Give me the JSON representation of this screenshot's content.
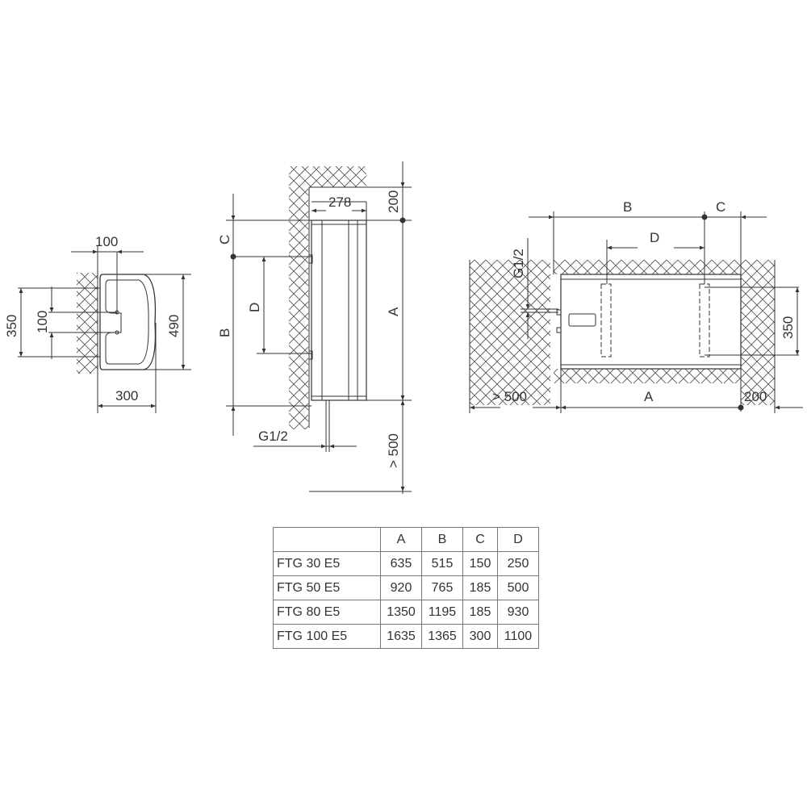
{
  "top_view": {
    "dim_top": "100",
    "dim_left_outer": "350",
    "dim_left_inner": "100",
    "dim_right": "490",
    "dim_bottom": "300"
  },
  "side_view": {
    "width": "278",
    "top_clearance": "200",
    "label_c": "C",
    "label_b": "B",
    "label_d": "D",
    "label_a": "A",
    "pipe": "G1/2",
    "bottom_clearance": "> 500"
  },
  "horizontal_view": {
    "label_b": "B",
    "label_c": "C",
    "label_d": "D",
    "pipe": "G1/2",
    "bracket_spacing": "350",
    "left_clearance": "> 500",
    "label_a": "A",
    "right_clearance": "200"
  },
  "table": {
    "headers": [
      "",
      "A",
      "B",
      "C",
      "D"
    ],
    "rows": [
      {
        "model": "FTG 30 E5",
        "a": "635",
        "b": "515",
        "c": "150",
        "d": "250"
      },
      {
        "model": "FTG 50 E5",
        "a": "920",
        "b": "765",
        "c": "185",
        "d": "500"
      },
      {
        "model": "FTG 80 E5",
        "a": "1350",
        "b": "1195",
        "c": "185",
        "d": "930"
      },
      {
        "model": "FTG 100 E5",
        "a": "1635",
        "b": "1365",
        "c": "300",
        "d": "1100"
      }
    ]
  },
  "chart_data": {
    "type": "table",
    "title": "",
    "categories": [
      "FTG 30 E5",
      "FTG 50 E5",
      "FTG 80 E5",
      "FTG 100 E5"
    ],
    "series": [
      {
        "name": "A",
        "values": [
          635,
          920,
          1350,
          1635
        ]
      },
      {
        "name": "B",
        "values": [
          515,
          765,
          1195,
          1365
        ]
      },
      {
        "name": "C",
        "values": [
          150,
          185,
          185,
          300
        ]
      },
      {
        "name": "D",
        "values": [
          250,
          500,
          930,
          1100
        ]
      }
    ]
  }
}
